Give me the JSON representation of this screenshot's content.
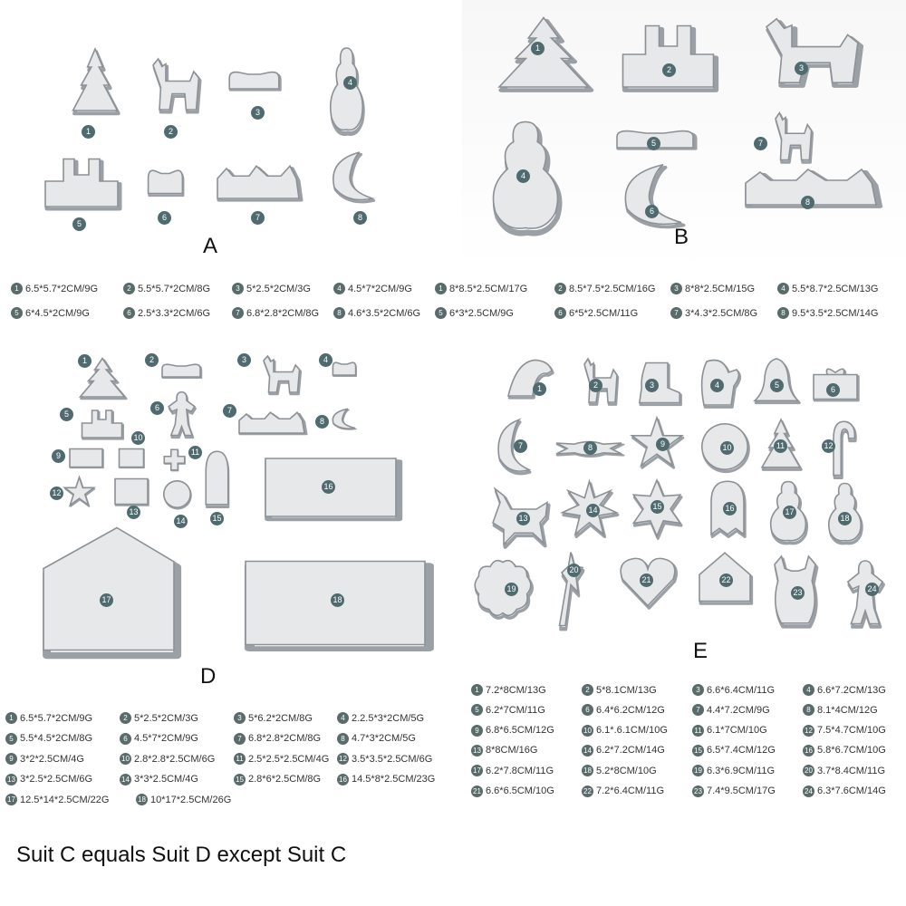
{
  "panels": {
    "A": {
      "letter": "A",
      "items": [
        "1",
        "2",
        "3",
        "4",
        "5",
        "6",
        "7",
        "8"
      ],
      "specs": [
        {
          "n": "1",
          "t": "6.5*5.7*2CM/9G"
        },
        {
          "n": "2",
          "t": "5.5*5.7*2CM/8G"
        },
        {
          "n": "3",
          "t": "5*2.5*2CM/3G"
        },
        {
          "n": "4",
          "t": "4.5*7*2CM/9G"
        },
        {
          "n": "5",
          "t": "6*4.5*2CM/9G"
        },
        {
          "n": "6",
          "t": "2.5*3.3*2CM/6G"
        },
        {
          "n": "7",
          "t": "6.8*2.8*2CM/8G"
        },
        {
          "n": "8",
          "t": "4.6*3.5*2CM/6G"
        }
      ]
    },
    "B": {
      "letter": "B",
      "items": [
        "1",
        "2",
        "3",
        "4",
        "5",
        "6",
        "7",
        "8"
      ],
      "specs": [
        {
          "n": "1",
          "t": "8*8.5*2.5CM/17G"
        },
        {
          "n": "2",
          "t": "8.5*7.5*2.5CM/16G"
        },
        {
          "n": "3",
          "t": "8*8*2.5CM/15G"
        },
        {
          "n": "4",
          "t": "5.5*8.7*2.5CM/13G"
        },
        {
          "n": "5",
          "t": "6*3*2.5CM/9G"
        },
        {
          "n": "6",
          "t": "6*5*2.5CM/11G"
        },
        {
          "n": "7",
          "t": "3*4.3*2.5CM/8G"
        },
        {
          "n": "8",
          "t": "9.5*3.5*2.5CM/14G"
        }
      ]
    },
    "D": {
      "letter": "D",
      "items": [
        "1",
        "2",
        "3",
        "4",
        "5",
        "6",
        "7",
        "8",
        "9",
        "10",
        "11",
        "12",
        "13",
        "14",
        "15",
        "16",
        "17",
        "18"
      ],
      "specs": [
        {
          "n": "1",
          "t": "6.5*5.7*2CM/9G"
        },
        {
          "n": "2",
          "t": "5*2.5*2CM/3G"
        },
        {
          "n": "3",
          "t": "5*6.2*2CM/8G"
        },
        {
          "n": "4",
          "t": "2.2.5*3*2CM/5G"
        },
        {
          "n": "5",
          "t": "5.5*4.5*2CM/8G"
        },
        {
          "n": "6",
          "t": "4.5*7*2CM/9G"
        },
        {
          "n": "7",
          "t": "6.8*2.8*2CM/8G"
        },
        {
          "n": "8",
          "t": "4.7*3*2CM/5G"
        },
        {
          "n": "9",
          "t": "3*2*2.5CM/4G"
        },
        {
          "n": "10",
          "t": "2.8*2.8*2.5CM/6G"
        },
        {
          "n": "11",
          "t": "2.5*2.5*2.5CM/4G"
        },
        {
          "n": "12",
          "t": "3.5*3.5*2.5CM/6G"
        },
        {
          "n": "13",
          "t": "3*2.5*2.5CM/6G"
        },
        {
          "n": "14",
          "t": "3*3*2.5CM/4G"
        },
        {
          "n": "15",
          "t": "2.8*6*2.5CM/8G"
        },
        {
          "n": "16",
          "t": "14.5*8*2.5CM/23G"
        },
        {
          "n": "17",
          "t": "12.5*14*2.5CM/22G"
        },
        {
          "n": "18",
          "t": "10*17*2.5CM/26G"
        }
      ]
    },
    "E": {
      "letter": "E",
      "items": [
        "1",
        "2",
        "3",
        "4",
        "5",
        "6",
        "7",
        "8",
        "9",
        "10",
        "11",
        "12",
        "13",
        "14",
        "15",
        "16",
        "17",
        "18",
        "19",
        "20",
        "21",
        "22",
        "23",
        "24"
      ],
      "specs": [
        {
          "n": "1",
          "t": "7.2*8CM/13G"
        },
        {
          "n": "2",
          "t": "5*8.1CM/13G"
        },
        {
          "n": "3",
          "t": "6.6*6.4CM/11G"
        },
        {
          "n": "4",
          "t": "6.6*7.2CM/13G"
        },
        {
          "n": "5",
          "t": "6.2*7CM/11G"
        },
        {
          "n": "6",
          "t": "6.4*6.2CM/12G"
        },
        {
          "n": "7",
          "t": "4.4*7.2CM/9G"
        },
        {
          "n": "8",
          "t": "8.1*4CM/12G"
        },
        {
          "n": "9",
          "t": "6.8*6.5CM/12G"
        },
        {
          "n": "10",
          "t": "6.1*.6.1CM/10G"
        },
        {
          "n": "11",
          "t": "6.1*7CM/10G"
        },
        {
          "n": "12",
          "t": "7.5*4.7CM/10G"
        },
        {
          "n": "13",
          "t": "8*8CM/16G"
        },
        {
          "n": "14",
          "t": "6.2*7.2CM/14G"
        },
        {
          "n": "15",
          "t": "6.5*7.4CM/12G"
        },
        {
          "n": "16",
          "t": "5.8*6.7CM/10G"
        },
        {
          "n": "17",
          "t": "6.2*7.8CM/11G"
        },
        {
          "n": "18",
          "t": "5.2*8CM/10G"
        },
        {
          "n": "19",
          "t": "6.3*6.9CM/11G"
        },
        {
          "n": "20",
          "t": "3.7*8.4CM/11G"
        },
        {
          "n": "21",
          "t": "6.6*6.5CM/10G"
        },
        {
          "n": "22",
          "t": "7.2*6.4CM/11G"
        },
        {
          "n": "23",
          "t": "7.4*9.5CM/17G"
        },
        {
          "n": "24",
          "t": "6.3*7.6CM/14G"
        }
      ]
    }
  },
  "caption": "Suit C equals Suit D except Suit C",
  "colors": {
    "badge": "#4f6b6f",
    "metal": "#e6e8ea",
    "metal_edge": "#8c9196"
  }
}
